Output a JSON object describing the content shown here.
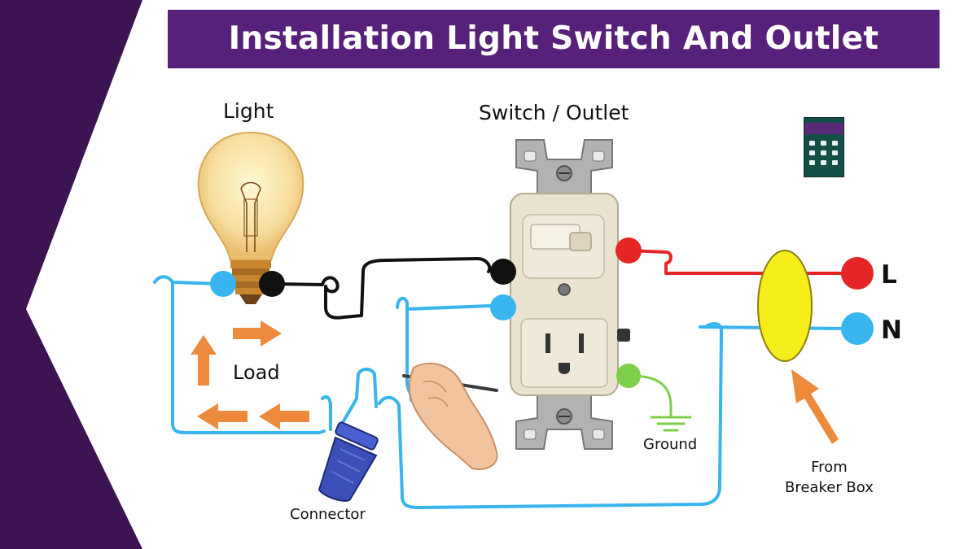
{
  "title": "Installation Light Switch And Outlet",
  "labels": {
    "light": "Light",
    "switch_outlet": "Switch / Outlet",
    "load": "Load",
    "ground": "Ground",
    "connector": "Connector",
    "from_breaker_line1": "From",
    "from_breaker_line2": "Breaker Box",
    "live": "L",
    "neutral": "N"
  },
  "colors": {
    "banner": "#57207a",
    "side_panel": "#3c1452",
    "neutral_wire": "#38b4ee",
    "live_wire": "#e52626",
    "switch_leg_wire": "#111111",
    "ground_wire": "#7ed04b",
    "arrow": "#ee8a3c",
    "junction": "#f6ee1a",
    "connector": "#3b4fb8",
    "device_body": "#e9e2cf",
    "strap_metal": "#a9a9a9"
  },
  "icons": [
    "light-bulb-icon",
    "switch-outlet-device-icon",
    "wire-connector-icon",
    "ground-symbol-icon",
    "hand-with-pencil-icon",
    "channel-logo-icon"
  ]
}
